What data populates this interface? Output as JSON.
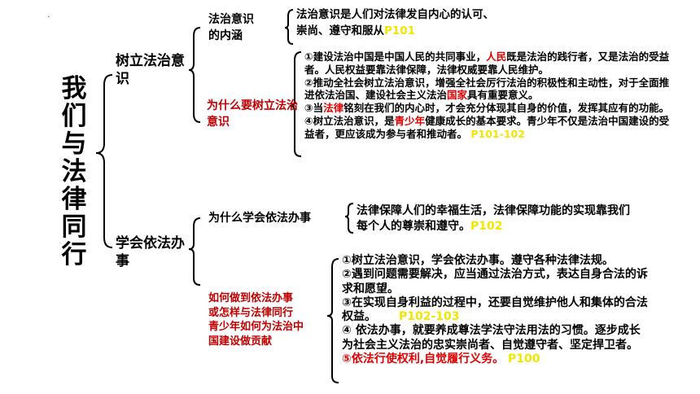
{
  "title": "我们与法律同行",
  "dot": "·",
  "section1": {
    "label": "树立法治意识",
    "sub1": {
      "label": "法治意识的内涵",
      "text": "法治意识是人们对法律发自内心的认可、崇尚、遵守和服从",
      "page": "P101"
    },
    "sub2": {
      "label": "为什么要树立法治意识",
      "points": [
        {
          "pre": "①建设法治中国是中国人民的共同事业，",
          "hl": "人民",
          "post": "既是法治的践行者，又是法治的受益者。人民权益要靠法律保障，法律权威要靠人民维护。"
        },
        {
          "pre": "②推动全社会树立法治意识，增强全社会厉行法治的积极性和主动性，对于全面推进依法治国、建设社会主义法治",
          "hl": "国家",
          "post": "具有重要意义。"
        },
        {
          "pre": "③当",
          "hl": "法律",
          "post": "铭刻在我们的内心时，才会充分体现其自身的价值，发挥其应有的功能。"
        },
        {
          "pre": "④树立法治意识，是",
          "hl": "青少年",
          "post": "健康成长的基本要求。青少年不仅是法治中国建设的受益者，更应该成为参与者和推动者。"
        }
      ],
      "page": "P101-102"
    }
  },
  "section2": {
    "label": "学会依法办事",
    "sub1": {
      "label": "为什么学会依法办事",
      "text": "法律保障人们的幸福生活，法律保障功能的实现靠我们每个人的尊崇和遵守。",
      "page": "P102"
    },
    "sub2": {
      "labels": [
        "如何做到依法办事",
        "或怎样与法律同行",
        "青少年如何为法治中",
        "国建设做贡献"
      ],
      "points": [
        "①树立法治意识，学会依法办事。遵守各种法律法规。",
        "②遇到问题需要解决，应当通过法治方式，表达自身合法的诉求和愿望。",
        "③在实现自身利益的过程中，还要自觉维护他人和集体的合法权益。"
      ],
      "page_a": "P102-103",
      "point4": "④ 依法办事，就要养成尊法学法守法用法的习惯。逐步成长为社会主义法治的忠实崇尚者、自觉遵守者、坚定捍卫者。",
      "point5": "⑤依法行使权利,自觉履行义务。",
      "page_b": "P100"
    }
  }
}
